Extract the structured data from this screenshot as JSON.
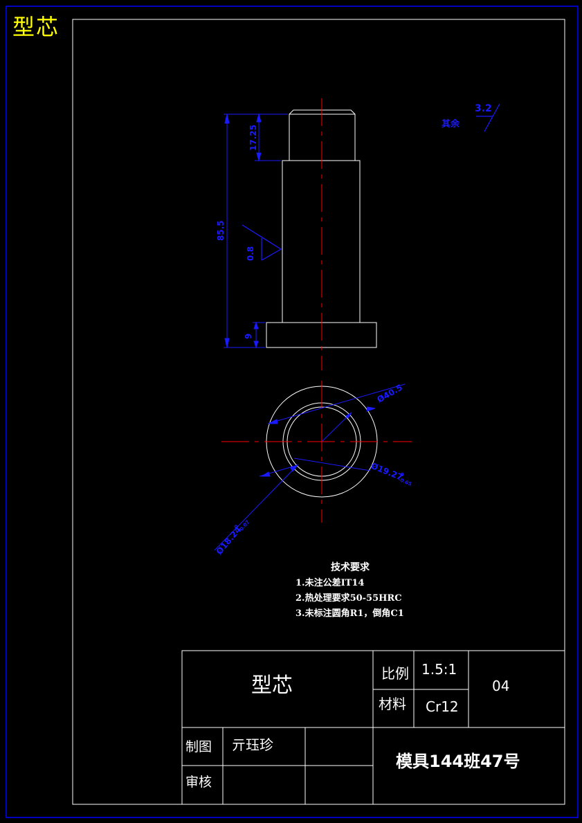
{
  "sheet": {
    "corner_title": "型芯"
  },
  "dimensions": {
    "top_length": "17.25",
    "overall_length": "85.5",
    "base_height": "9",
    "roughness_side": "0.8",
    "roughness_general_label": "其余",
    "roughness_general_value": "3.2",
    "dia_outer": "Ø40.5",
    "dia_inner": "Ø19.27",
    "dia_inner_tol_upper": "0",
    "dia_inner_tol_lower": "-0.05",
    "dia_second": "Ø18.24",
    "dia_second_tol_upper": "0",
    "dia_second_tol_lower": "-0.07"
  },
  "technical_requirements": {
    "heading": "技术要求",
    "items": [
      "1.未注公差IT14",
      "2.热处理要求50-55HRC",
      "3.未标注圆角R1，倒角C1"
    ]
  },
  "title_block": {
    "part_name": "型芯",
    "scale_label": "比例",
    "scale_value": "1.5:1",
    "material_label": "材料",
    "material_value": "Cr12",
    "drawing_number": "04",
    "drawn_label": "制图",
    "drawn_name": "亓珏珍",
    "check_label": "审核",
    "class_info": "模具144班47号"
  },
  "colors": {
    "background": "#000000",
    "outline": "#ffffff",
    "centerline": "#ff0000",
    "dimension": "#1a1aff",
    "corner_title": "#ffff00",
    "outer_border": "#0000ff"
  }
}
